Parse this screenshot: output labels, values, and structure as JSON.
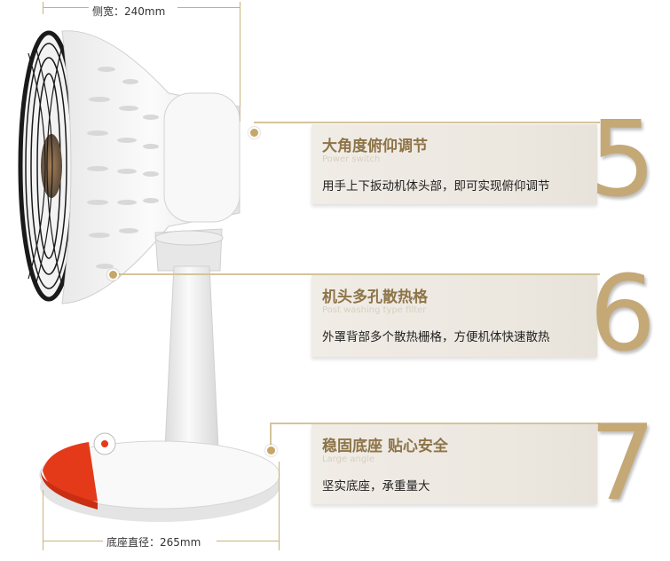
{
  "dimensions": {
    "side_width": "侧宽：240mm",
    "base_diameter": "底座直径：265mm"
  },
  "features": [
    {
      "number": "5",
      "title": "大角度俯仰调节",
      "subtitle": "Power switch",
      "description": "用手上下扳动机体头部，即可实现俯仰调节"
    },
    {
      "number": "6",
      "title": "机头多孔散热格",
      "subtitle": "Post washing type filter",
      "description": "外罩背部多个散热栅格，方便机体快速散热"
    },
    {
      "number": "7",
      "title": "稳固底座 贴心安全",
      "subtitle": "Large angle",
      "description": "坚实底座，承重量大"
    }
  ],
  "colors": {
    "accent_gold": "#c4a876",
    "title_brown": "#8d7448",
    "base_red": "#e43a1a",
    "fan_white": "#f6f6f6",
    "guard_black": "#1a1a1a"
  }
}
